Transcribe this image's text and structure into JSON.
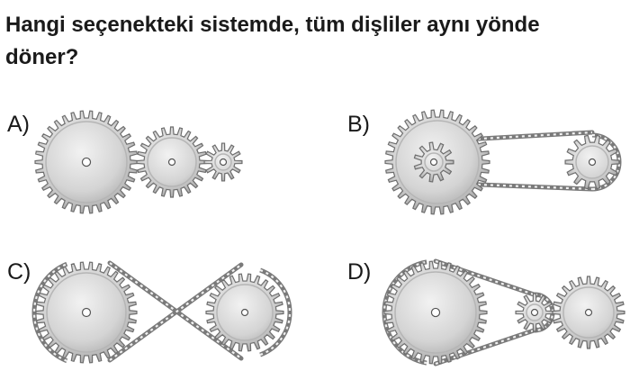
{
  "question": {
    "line1": "Hangi seçenekteki sistemde, tüm dişliler aynı yönde",
    "line2": "döner?"
  },
  "options": [
    {
      "key": "A",
      "label": "A)",
      "connection": "meshing-gears",
      "gears": [
        "large",
        "medium",
        "small"
      ]
    },
    {
      "key": "B",
      "label": "B)",
      "connection": "open-chain",
      "gears": [
        "large",
        "small-on-large",
        "small"
      ]
    },
    {
      "key": "C",
      "label": "C)",
      "connection": "crossed-chain",
      "gears": [
        "large",
        "medium"
      ]
    },
    {
      "key": "D",
      "label": "D)",
      "connection": "chain-plus-mesh",
      "gears": [
        "large",
        "small",
        "medium"
      ]
    }
  ],
  "colors": {
    "text": "#1a1a1a",
    "gear_light": "#e6e6e6",
    "gear_dark": "#8f8f8f",
    "gear_outline": "#6e6e6e",
    "chain": "#7a7a7a"
  }
}
